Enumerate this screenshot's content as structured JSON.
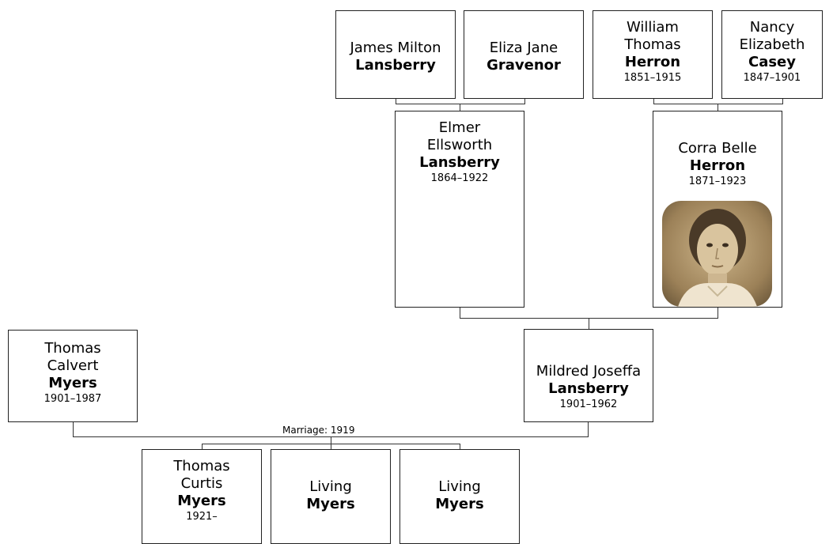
{
  "people": {
    "james": {
      "given": "James Milton",
      "surname": "Lansberry",
      "dates": ""
    },
    "eliza": {
      "given": "Eliza Jane",
      "surname": "Gravenor",
      "dates": ""
    },
    "william": {
      "given": "William Thomas",
      "surname": "Herron",
      "dates": "1851–1915"
    },
    "nancy": {
      "given": "Nancy Elizabeth",
      "surname": "Casey",
      "dates": "1847–1901"
    },
    "elmer": {
      "given": "Elmer Ellsworth",
      "surname": "Lansberry",
      "dates": "1864–1922"
    },
    "corra": {
      "given": "Corra Belle",
      "surname": "Herron",
      "dates": "1871–1923"
    },
    "thomas_c": {
      "given": "Thomas Calvert",
      "surname": "Myers",
      "dates": "1901–1987"
    },
    "mildred": {
      "given": "Mildred Joseffa",
      "surname": "Lansberry",
      "dates": "1901–1962"
    },
    "thomas_cu": {
      "given": "Thomas Curtis",
      "surname": "Myers",
      "dates": "1921–"
    },
    "living1": {
      "given": "Living",
      "surname": "Myers",
      "dates": ""
    },
    "living2": {
      "given": "Living",
      "surname": "Myers",
      "dates": ""
    }
  },
  "marriage_label": "Marriage: 1919"
}
